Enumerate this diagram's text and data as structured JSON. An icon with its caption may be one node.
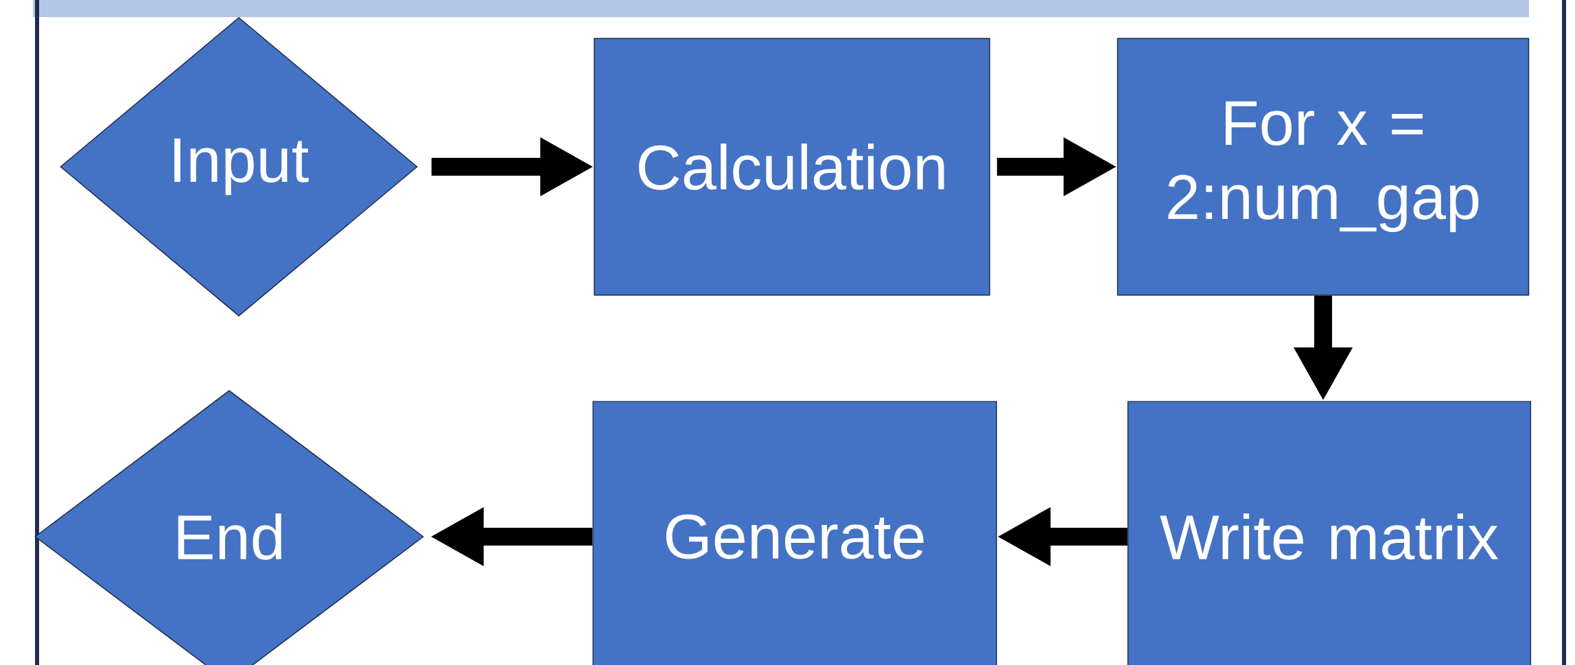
{
  "diagram": {
    "nodes": [
      {
        "text": [
          "Input"
        ]
      },
      {
        "text": [
          "Calculation"
        ]
      },
      {
        "text": [
          "For x = 2:num_gap"
        ]
      },
      {
        "text": [
          "Write matrix"
        ]
      },
      {
        "text": [
          "Generate"
        ]
      },
      {
        "text": [
          "End"
        ]
      }
    ],
    "edges": [
      {
        "from": 0,
        "to": 1,
        "arrow": "to"
      },
      {
        "from": 1,
        "to": 2,
        "arrow": "to"
      },
      {
        "from": 2,
        "to": 3,
        "arrow": "to"
      },
      {
        "from": 3,
        "to": 4,
        "arrow": "to"
      },
      {
        "from": 4,
        "to": 5,
        "arrow": "to"
      }
    ]
  }
}
